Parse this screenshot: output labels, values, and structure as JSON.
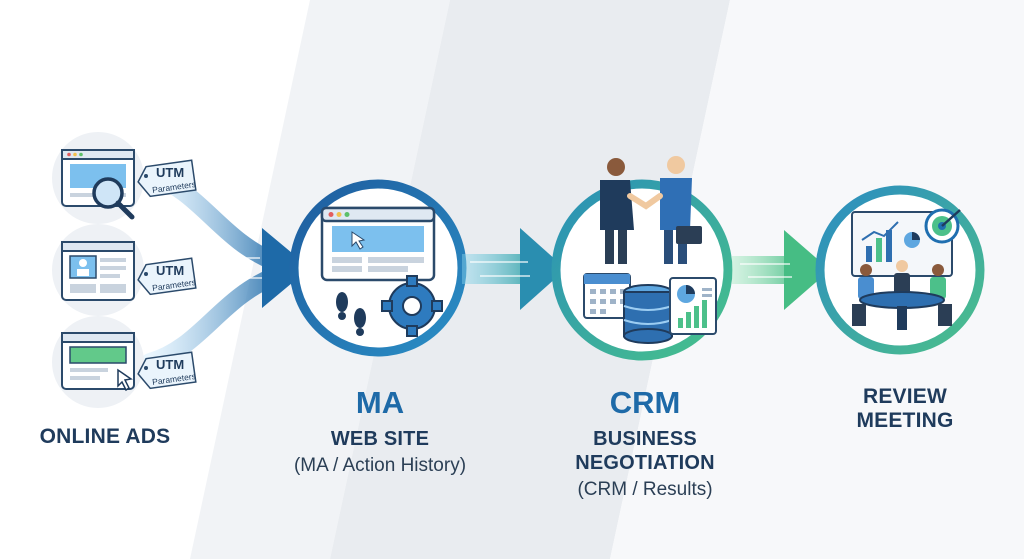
{
  "stages": [
    {
      "id": "ads",
      "title": "",
      "subtitle": "ONLINE ADS",
      "note": ""
    },
    {
      "id": "ma",
      "title": "MA",
      "subtitle": "WEB SITE",
      "note": "(MA / Action History)"
    },
    {
      "id": "crm",
      "title": "CRM",
      "subtitle_line1": "BUSINESS",
      "subtitle_line2": "NEGOTIATION",
      "note": "(CRM / Results)"
    },
    {
      "id": "review",
      "title": "",
      "subtitle_line1": "REVIEW",
      "subtitle_line2": "MEETING",
      "note": ""
    }
  ],
  "utm_tags": [
    {
      "label": "UTM",
      "sub": "Parameters"
    },
    {
      "label": "UTM",
      "sub": "Parameters"
    },
    {
      "label": "UTM",
      "sub": "Parameters"
    }
  ],
  "colors": {
    "blue": "#1e6aa8",
    "dark_navy": "#1f3b5c",
    "teal": "#2ba3a0",
    "green": "#4cc08a",
    "light_blue": "#8ec8ee"
  }
}
